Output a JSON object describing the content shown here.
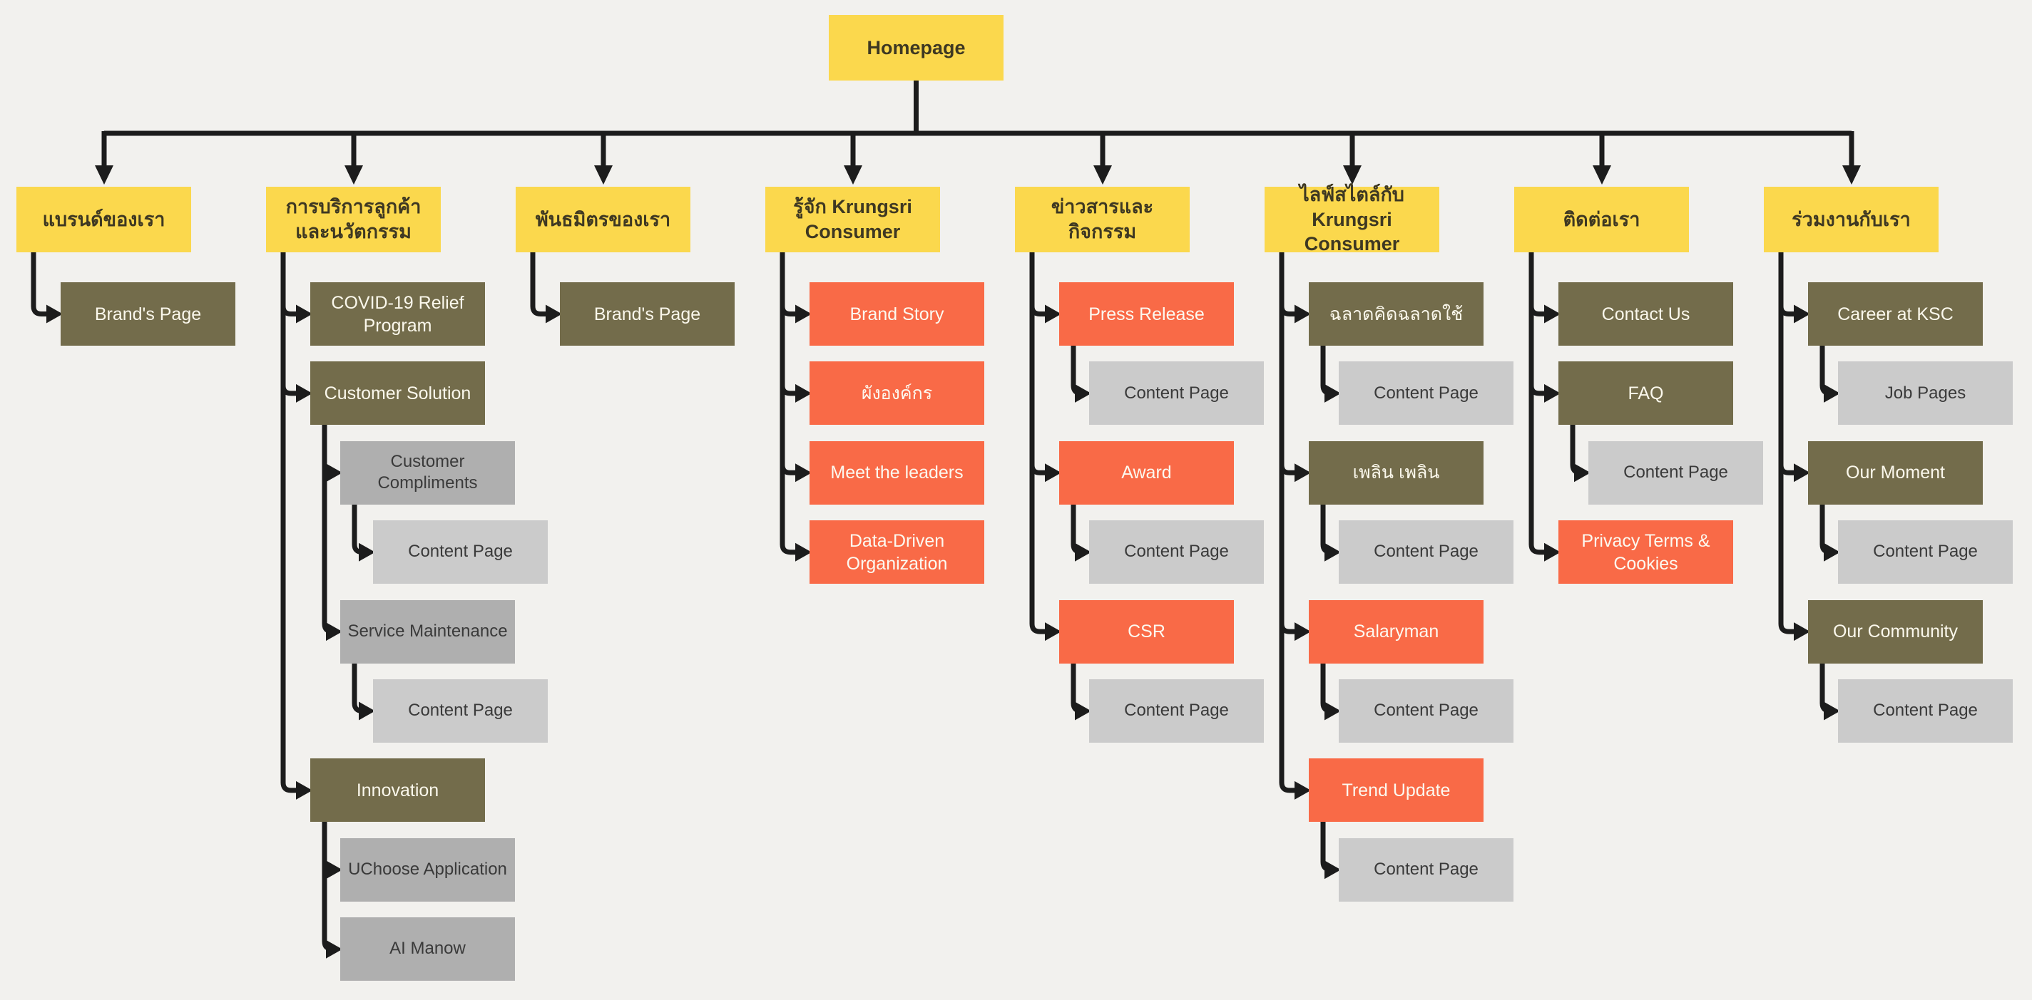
{
  "diagram_title": "Krungsri Consumer website sitemap",
  "colors": {
    "background": "#F2F1EE",
    "branch_yellow": "#FBD84D",
    "page_olive": "#736C4B",
    "page_orange": "#F96A47",
    "page_gray": "#AFAFAF",
    "page_lightgray": "#CBCBCB",
    "connector_black": "#1C1C1C",
    "text_dark": "#3E3822",
    "text_light": "#FBF8EC"
  },
  "nodes": [
    {
      "id": "homepage",
      "label": "Homepage",
      "type": "root",
      "col": null,
      "level": null,
      "row": null,
      "parent": null
    },
    {
      "id": "our-brands",
      "label": "แบรนด์ของเรา",
      "type": "branch",
      "col": 0,
      "level": 0,
      "row": 0,
      "parent": "homepage"
    },
    {
      "id": "brands-page-1",
      "label": "Brand's Page",
      "type": "olive",
      "col": 0,
      "level": 1,
      "row": 1,
      "parent": "our-brands"
    },
    {
      "id": "customer-service-innovation",
      "label": "การบริการลูกค้า\nและนวัตกรรม",
      "type": "branch",
      "col": 1,
      "level": 0,
      "row": 0,
      "parent": "homepage"
    },
    {
      "id": "covid-relief-program",
      "label": "COVID-19 Relief\nProgram",
      "type": "olive",
      "col": 1,
      "level": 1,
      "row": 1,
      "parent": "customer-service-innovation"
    },
    {
      "id": "customer-solution",
      "label": "Customer Solution",
      "type": "olive",
      "col": 1,
      "level": 1,
      "row": 2,
      "parent": "customer-service-innovation"
    },
    {
      "id": "customer-compliments",
      "label": "Customer Compliments",
      "type": "gray",
      "col": 1,
      "level": 2,
      "row": 3,
      "parent": "customer-solution"
    },
    {
      "id": "customer-compliments-content",
      "label": "Content Page",
      "type": "lightgray",
      "col": 1,
      "level": 3,
      "row": 4,
      "parent": "customer-compliments"
    },
    {
      "id": "service-maintenance",
      "label": "Service Maintenance",
      "type": "gray",
      "col": 1,
      "level": 2,
      "row": 5,
      "parent": "customer-solution"
    },
    {
      "id": "service-maintenance-content",
      "label": "Content Page",
      "type": "lightgray",
      "col": 1,
      "level": 3,
      "row": 6,
      "parent": "service-maintenance"
    },
    {
      "id": "innovation",
      "label": "Innovation",
      "type": "olive",
      "col": 1,
      "level": 1,
      "row": 7,
      "parent": "customer-service-innovation"
    },
    {
      "id": "uchoose-application",
      "label": "UChoose Application",
      "type": "gray",
      "col": 1,
      "level": 2,
      "row": 8,
      "parent": "innovation"
    },
    {
      "id": "ai-manow",
      "label": "AI Manow",
      "type": "gray",
      "col": 1,
      "level": 2,
      "row": 9,
      "parent": "innovation"
    },
    {
      "id": "our-partners",
      "label": "พันธมิตรของเรา",
      "type": "branch",
      "col": 2,
      "level": 0,
      "row": 0,
      "parent": "homepage"
    },
    {
      "id": "brands-page-2",
      "label": "Brand's Page",
      "type": "olive",
      "col": 2,
      "level": 1,
      "row": 1,
      "parent": "our-partners"
    },
    {
      "id": "about-krungsri-consumer",
      "label": "รู้จัก Krungsri Consumer",
      "type": "branch",
      "col": 3,
      "level": 0,
      "row": 0,
      "parent": "homepage"
    },
    {
      "id": "brand-story",
      "label": "Brand Story",
      "type": "orange",
      "col": 3,
      "level": 1,
      "row": 1,
      "parent": "about-krungsri-consumer"
    },
    {
      "id": "org-chart",
      "label": "ผังองค์กร",
      "type": "orange",
      "col": 3,
      "level": 1,
      "row": 2,
      "parent": "about-krungsri-consumer"
    },
    {
      "id": "meet-the-leaders",
      "label": "Meet the leaders",
      "type": "orange",
      "col": 3,
      "level": 1,
      "row": 3,
      "parent": "about-krungsri-consumer"
    },
    {
      "id": "data-driven-organization",
      "label": "Data-Driven\nOrganization",
      "type": "orange",
      "col": 3,
      "level": 1,
      "row": 4,
      "parent": "about-krungsri-consumer"
    },
    {
      "id": "news-activities",
      "label": "ข่าวสารและกิจกรรม",
      "type": "branch",
      "col": 4,
      "level": 0,
      "row": 0,
      "parent": "homepage"
    },
    {
      "id": "press-release",
      "label": "Press Release",
      "type": "orange",
      "col": 4,
      "level": 1,
      "row": 1,
      "parent": "news-activities"
    },
    {
      "id": "press-release-content",
      "label": "Content Page",
      "type": "lightgray",
      "col": 4,
      "level": 2,
      "row": 2,
      "parent": "press-release"
    },
    {
      "id": "award",
      "label": "Award",
      "type": "orange",
      "col": 4,
      "level": 1,
      "row": 3,
      "parent": "news-activities"
    },
    {
      "id": "award-content",
      "label": "Content Page",
      "type": "lightgray",
      "col": 4,
      "level": 2,
      "row": 4,
      "parent": "award"
    },
    {
      "id": "csr",
      "label": "CSR",
      "type": "orange",
      "col": 4,
      "level": 1,
      "row": 5,
      "parent": "news-activities"
    },
    {
      "id": "csr-content",
      "label": "Content Page",
      "type": "lightgray",
      "col": 4,
      "level": 2,
      "row": 6,
      "parent": "csr"
    },
    {
      "id": "lifestyle-krungsri-consumer",
      "label": "ไลฟ์สไตล์กับ\nKrungsri Consumer",
      "type": "branch",
      "col": 5,
      "level": 0,
      "row": 0,
      "parent": "homepage"
    },
    {
      "id": "smart-think-smart-spend",
      "label": "ฉลาดคิดฉลาดใช้",
      "type": "olive",
      "col": 5,
      "level": 1,
      "row": 1,
      "parent": "lifestyle-krungsri-consumer"
    },
    {
      "id": "smart-think-content",
      "label": "Content Page",
      "type": "lightgray",
      "col": 5,
      "level": 2,
      "row": 2,
      "parent": "smart-think-smart-spend"
    },
    {
      "id": "plearn-plearn",
      "label": "เพลิน เพลิน",
      "type": "olive",
      "col": 5,
      "level": 1,
      "row": 3,
      "parent": "lifestyle-krungsri-consumer"
    },
    {
      "id": "plearn-content",
      "label": "Content Page",
      "type": "lightgray",
      "col": 5,
      "level": 2,
      "row": 4,
      "parent": "plearn-plearn"
    },
    {
      "id": "salaryman",
      "label": "Salaryman",
      "type": "orange",
      "col": 5,
      "level": 1,
      "row": 5,
      "parent": "lifestyle-krungsri-consumer"
    },
    {
      "id": "salaryman-content",
      "label": "Content Page",
      "type": "lightgray",
      "col": 5,
      "level": 2,
      "row": 6,
      "parent": "salaryman"
    },
    {
      "id": "trend-update",
      "label": "Trend Update",
      "type": "orange",
      "col": 5,
      "level": 1,
      "row": 7,
      "parent": "lifestyle-krungsri-consumer"
    },
    {
      "id": "trend-update-content",
      "label": "Content Page",
      "type": "lightgray",
      "col": 5,
      "level": 2,
      "row": 8,
      "parent": "trend-update"
    },
    {
      "id": "contact-us-branch",
      "label": "ติดต่อเรา",
      "type": "branch",
      "col": 6,
      "level": 0,
      "row": 0,
      "parent": "homepage"
    },
    {
      "id": "contact-us",
      "label": "Contact Us",
      "type": "olive",
      "col": 6,
      "level": 1,
      "row": 1,
      "parent": "contact-us-branch"
    },
    {
      "id": "faq",
      "label": "FAQ",
      "type": "olive",
      "col": 6,
      "level": 1,
      "row": 2,
      "parent": "contact-us-branch"
    },
    {
      "id": "faq-content",
      "label": "Content Page",
      "type": "lightgray",
      "col": 6,
      "level": 2,
      "row": 3,
      "parent": "faq"
    },
    {
      "id": "privacy-terms-cookies",
      "label": "Privacy Terms &\nCookies",
      "type": "orange",
      "col": 6,
      "level": 1,
      "row": 4,
      "parent": "contact-us-branch"
    },
    {
      "id": "work-with-us",
      "label": "ร่วมงานกับเรา",
      "type": "branch",
      "col": 7,
      "level": 0,
      "row": 0,
      "parent": "homepage"
    },
    {
      "id": "career-at-ksc",
      "label": "Career at KSC",
      "type": "olive",
      "col": 7,
      "level": 1,
      "row": 1,
      "parent": "work-with-us"
    },
    {
      "id": "job-pages",
      "label": "Job Pages",
      "type": "lightgray",
      "col": 7,
      "level": 2,
      "row": 2,
      "parent": "career-at-ksc"
    },
    {
      "id": "our-moment",
      "label": "Our Moment",
      "type": "olive",
      "col": 7,
      "level": 1,
      "row": 3,
      "parent": "work-with-us"
    },
    {
      "id": "our-moment-content",
      "label": "Content Page",
      "type": "lightgray",
      "col": 7,
      "level": 2,
      "row": 4,
      "parent": "our-moment"
    },
    {
      "id": "our-community",
      "label": "Our Community",
      "type": "olive",
      "col": 7,
      "level": 1,
      "row": 5,
      "parent": "work-with-us"
    },
    {
      "id": "our-community-content",
      "label": "Content Page",
      "type": "lightgray",
      "col": 7,
      "level": 2,
      "row": 6,
      "parent": "our-community"
    }
  ]
}
